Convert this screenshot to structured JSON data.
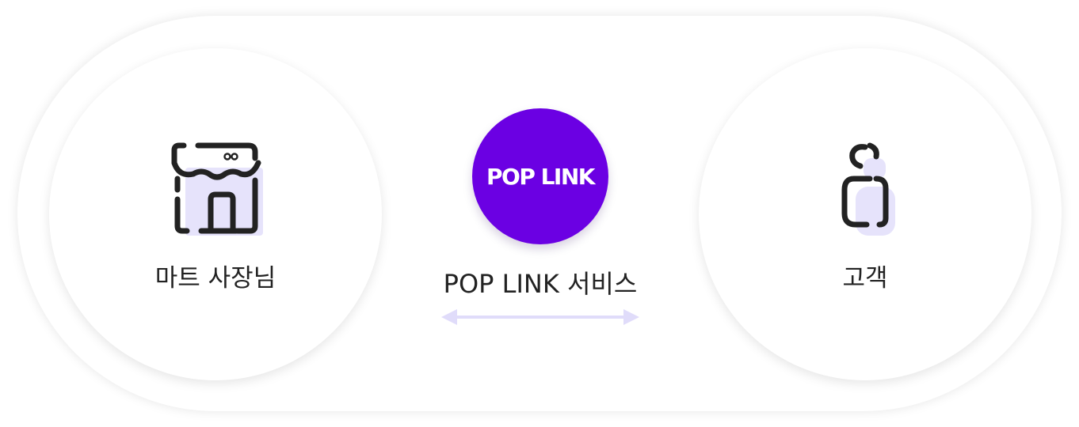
{
  "diagram": {
    "left_node": {
      "label": "마트 사장님",
      "icon": "store-icon"
    },
    "center_node": {
      "logo_text": "POP LINK",
      "label": "POP LINK 서비스",
      "connector": "double-arrow-icon"
    },
    "right_node": {
      "label": "고객",
      "icon": "person-icon"
    }
  },
  "colors": {
    "brand_purple": "#6b00e3",
    "icon_stroke": "#222222",
    "icon_shadow": "#e6e3fb",
    "arrow": "#e0dcfa",
    "text": "#222222"
  }
}
